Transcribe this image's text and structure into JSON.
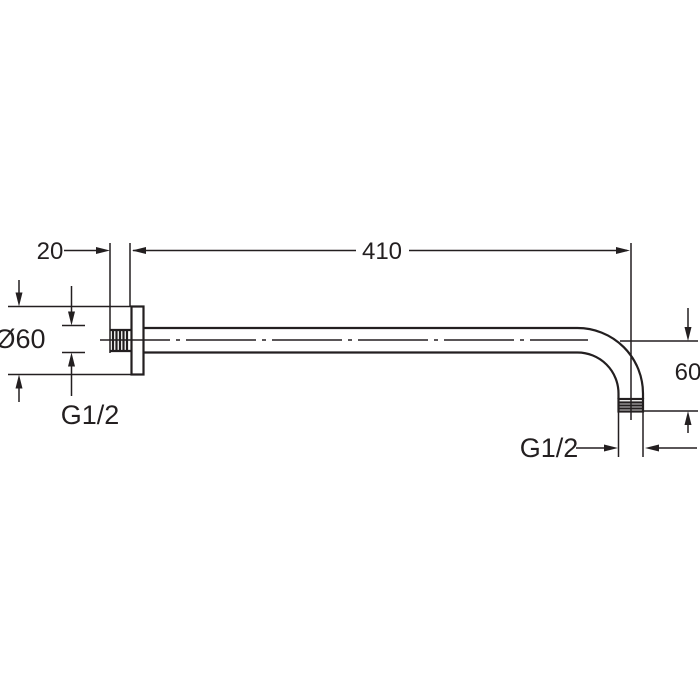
{
  "drawing": {
    "background_color": "#ffffff",
    "line_color": "#231f20",
    "labels": {
      "wall_thread_length": "20",
      "arm_length": "410",
      "flange_diameter": "Ø60",
      "wall_thread": "G1/2",
      "drop_height": "60",
      "outlet_thread": "G1/2"
    }
  }
}
